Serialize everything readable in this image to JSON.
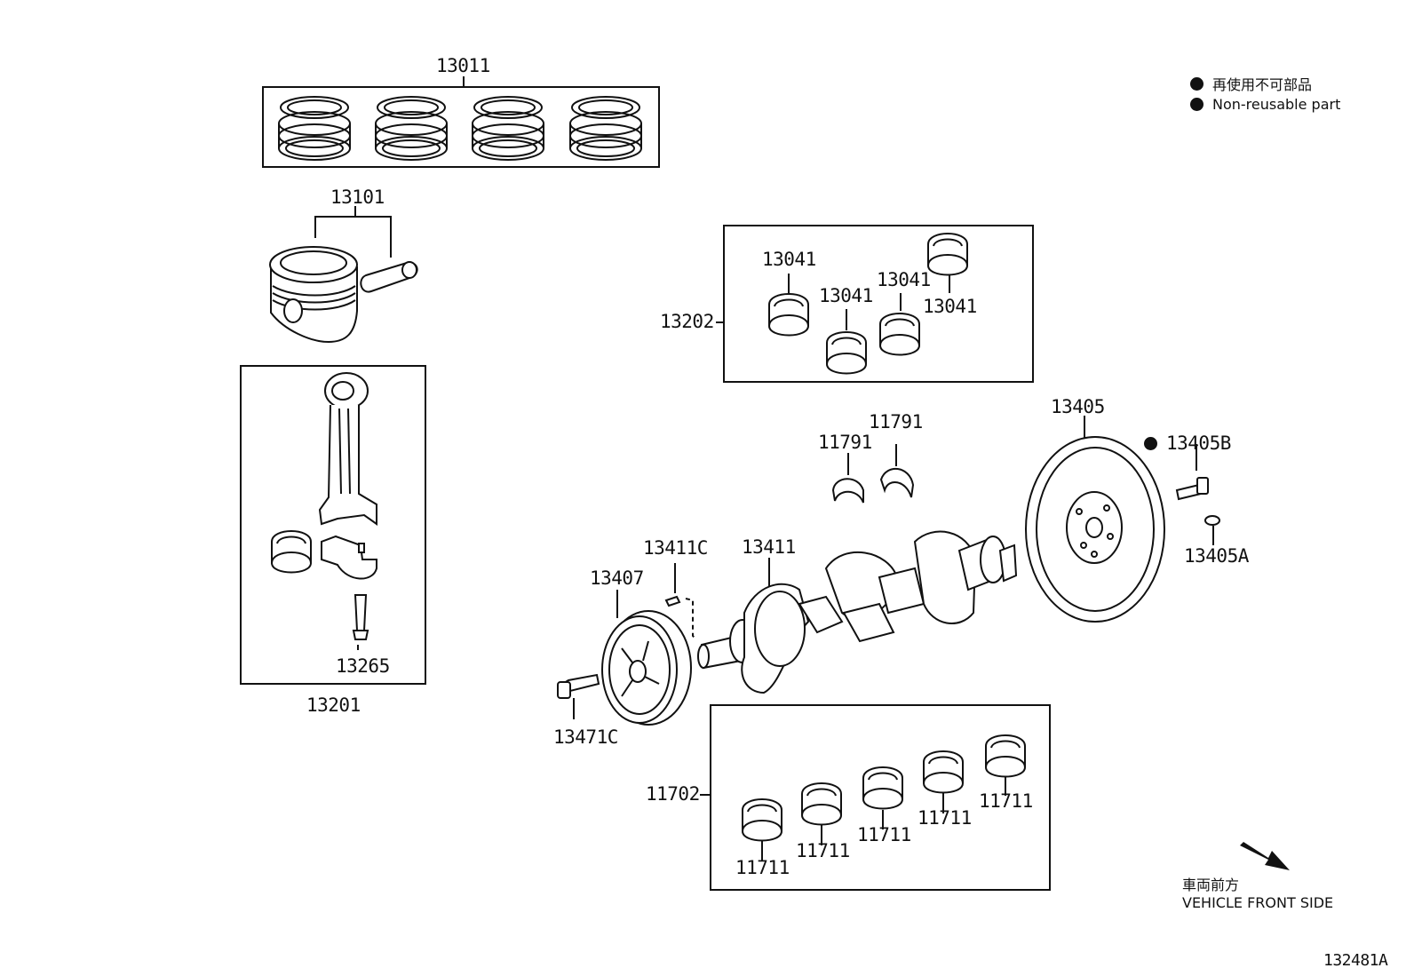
{
  "legend": {
    "non_reusable_jp": "再使用不可部品",
    "non_reusable_en": "Non-reusable part"
  },
  "direction": {
    "jp": "車両前方",
    "en": "VEHICLE FRONT SIDE"
  },
  "figure_id": "132481A",
  "colors": {
    "ink": "#111111",
    "background": "#ffffff"
  },
  "parts": {
    "p13011": "13011",
    "p13101": "13101",
    "p13201": "13201",
    "p13265": "13265",
    "p13202": "13202",
    "p13041_a": "13041",
    "p13041_b": "13041",
    "p13041_c": "13041",
    "p13041_d": "13041",
    "p11791_a": "11791",
    "p11791_b": "11791",
    "p13405": "13405",
    "p13405B": "13405B",
    "p13405A": "13405A",
    "p13411C": "13411C",
    "p13411": "13411",
    "p13407": "13407",
    "p13471C": "13471C",
    "p11702": "11702",
    "p11711_a": "11711",
    "p11711_b": "11711",
    "p11711_c": "11711",
    "p11711_d": "11711",
    "p11711_e": "11711"
  }
}
